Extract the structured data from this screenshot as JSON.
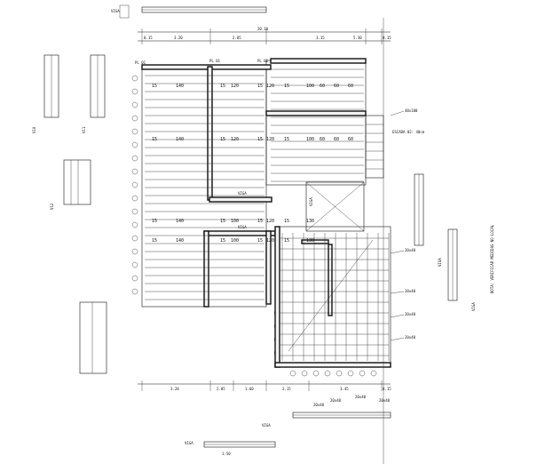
{
  "plan": {
    "top_dimensions": [
      "0.15",
      "3.20",
      "2.05",
      "3.15",
      "5.30",
      "0.15"
    ],
    "overall_width": "20.10",
    "bottom_dimensions": [
      "3.20",
      "2.05",
      "1.60",
      "3.15",
      "3.45",
      "0.15"
    ],
    "slab_row_values": [
      [
        "15",
        "140",
        "15",
        "120",
        "15",
        "120",
        "15",
        "100",
        "60",
        "60",
        "60"
      ],
      [
        "15",
        "140",
        "15",
        "120",
        "15",
        "120",
        "15",
        "100",
        "60",
        "60",
        "60"
      ],
      [
        "15",
        "140",
        "15",
        "100",
        "15",
        "120",
        "15",
        "130"
      ],
      [
        "15",
        "140",
        "15",
        "100",
        "15",
        "120",
        "15",
        "130"
      ]
    ],
    "column_labels": [
      "PL 01",
      "PL 01",
      "PL 01"
    ],
    "beam_labels": [
      "VIGA",
      "VIGA",
      "VIGA"
    ],
    "stair_label": "ESCADA 02: 40cm",
    "right_callouts": [
      "40x100",
      "20x40",
      "20x40",
      "20x40",
      "20x40"
    ],
    "bottom_callouts": [
      "20x40",
      "20x40",
      "20x40",
      "20x40"
    ],
    "section_labels": [
      "VIGA",
      "VIGA",
      "VIGA",
      "VIGA",
      "VIGA",
      "VIGA"
    ],
    "left_section_notes": [
      "V10",
      "V11",
      "V12"
    ],
    "scale_note": "1:50",
    "right_vertical_note": "NOTA: VERIFICAR MEDIDAS NO LOCAL"
  }
}
